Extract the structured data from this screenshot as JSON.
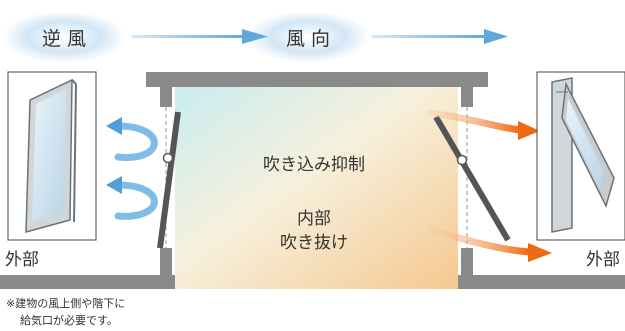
{
  "labels": {
    "headwind": "逆 風",
    "wind_direction": "風 向",
    "suppression": "吹き込み抑制",
    "interior_line1": "内部",
    "interior_line2": "吹き抜け",
    "exterior_left": "外部",
    "exterior_right": "外部"
  },
  "note": {
    "line1": "※建物の風上側や階下に",
    "line2": "給気口が必要です。"
  },
  "colors": {
    "wind_cloud": "#cfe3f5",
    "wind_arrow": "#7db7e0",
    "wall": "#8a8a8a",
    "sash": "#555555",
    "interior_cool": "#cfeef2",
    "interior_warm": "#f6d5a8",
    "exhaust_arrow": "#f07c2a"
  }
}
